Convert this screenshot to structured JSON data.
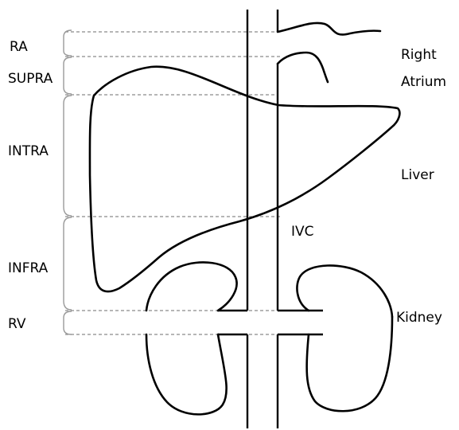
{
  "segment_labels": {
    "ra": "RA",
    "supra": "SUPRA",
    "intra": "INTRA",
    "infra": "INFRA",
    "rv": "RV"
  },
  "anatomy_labels": {
    "right": "Right",
    "atrium": "Atrium",
    "liver": "Liver",
    "ivc": "IVC",
    "kidney": "Kidney"
  },
  "colors": {
    "outline": "#000000",
    "bracket": "#9a9a9a",
    "dashed_line": "#8a8a8a",
    "background": "#ffffff"
  }
}
